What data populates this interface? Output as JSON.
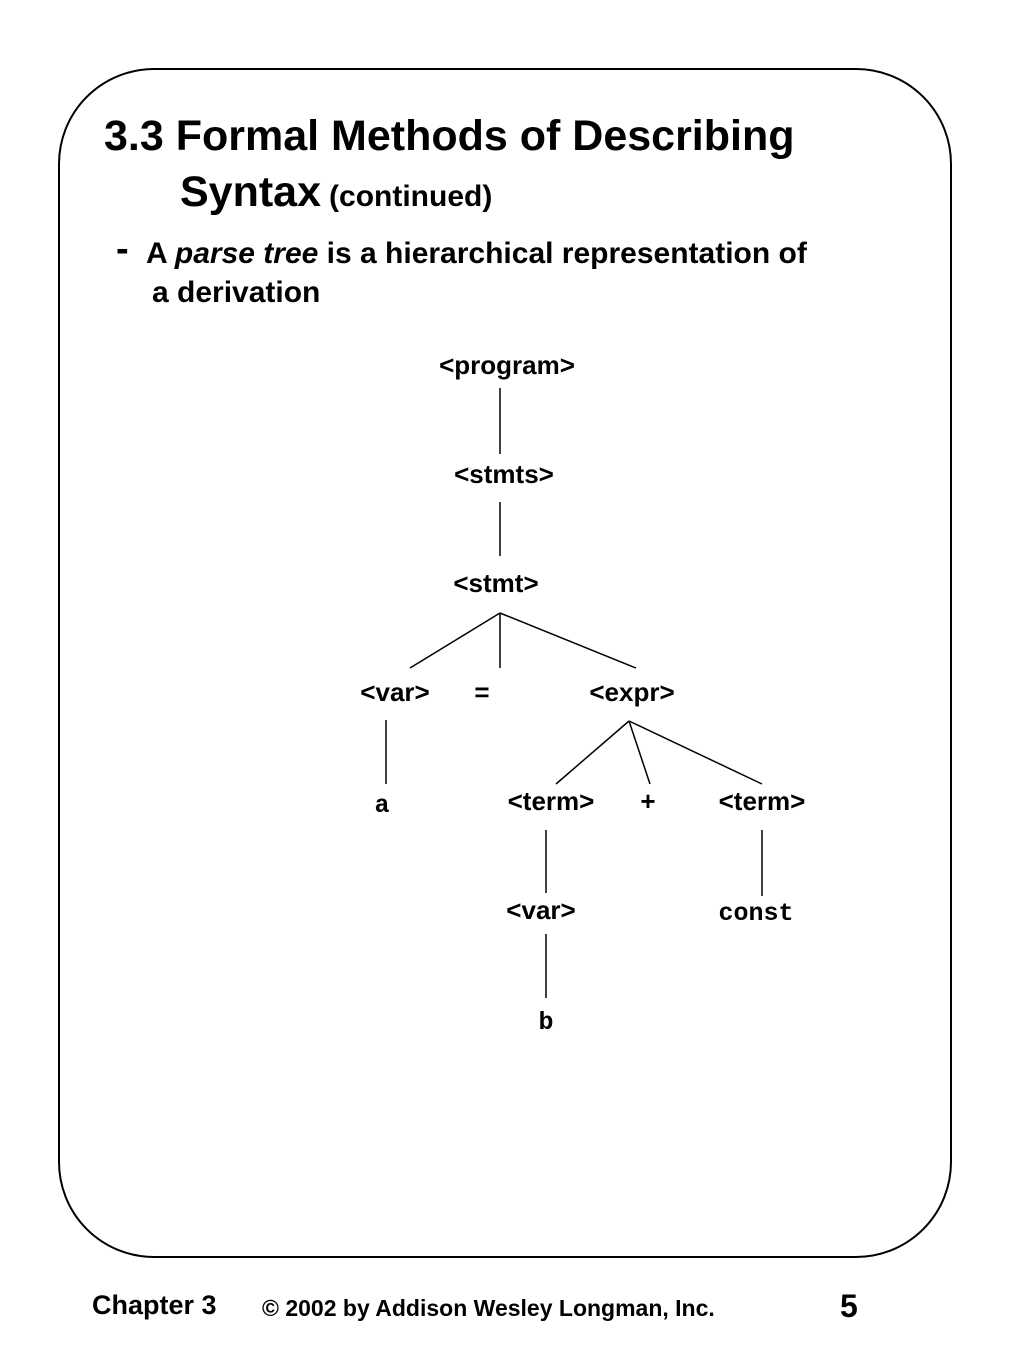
{
  "slide": {
    "title_line1": "3.3 Formal Methods of Describing",
    "title_line2": "Syntax",
    "title_subtitle": "(continued)",
    "bullet_marker": "-",
    "bullet_text_prefix": "A ",
    "bullet_text_emphasis": "parse tree",
    "bullet_text_suffix": " is a hierarchical representation of",
    "bullet_text_line2": "a derivation"
  },
  "parse_tree": {
    "nodes": [
      {
        "id": "program",
        "label": "<program>"
      },
      {
        "id": "stmts",
        "label": "<stmts>"
      },
      {
        "id": "stmt",
        "label": "<stmt>"
      },
      {
        "id": "var1",
        "label": "<var>"
      },
      {
        "id": "eq",
        "label": "="
      },
      {
        "id": "expr",
        "label": "<expr>"
      },
      {
        "id": "a",
        "label": "a"
      },
      {
        "id": "term1",
        "label": "<term>"
      },
      {
        "id": "plus",
        "label": "+"
      },
      {
        "id": "term2",
        "label": "<term>"
      },
      {
        "id": "var2",
        "label": "<var>"
      },
      {
        "id": "const",
        "label": "const"
      },
      {
        "id": "b",
        "label": "b"
      }
    ],
    "edges": [
      [
        "program",
        "stmts"
      ],
      [
        "stmts",
        "stmt"
      ],
      [
        "stmt",
        "var1"
      ],
      [
        "stmt",
        "eq"
      ],
      [
        "stmt",
        "expr"
      ],
      [
        "var1",
        "a"
      ],
      [
        "expr",
        "term1"
      ],
      [
        "expr",
        "plus"
      ],
      [
        "expr",
        "term2"
      ],
      [
        "term1",
        "var2"
      ],
      [
        "term2",
        "const"
      ],
      [
        "var2",
        "b"
      ]
    ]
  },
  "footer": {
    "chapter": "Chapter 3",
    "copyright": "© 2002 by Addison Wesley Longman, Inc.",
    "page_number": "5"
  }
}
